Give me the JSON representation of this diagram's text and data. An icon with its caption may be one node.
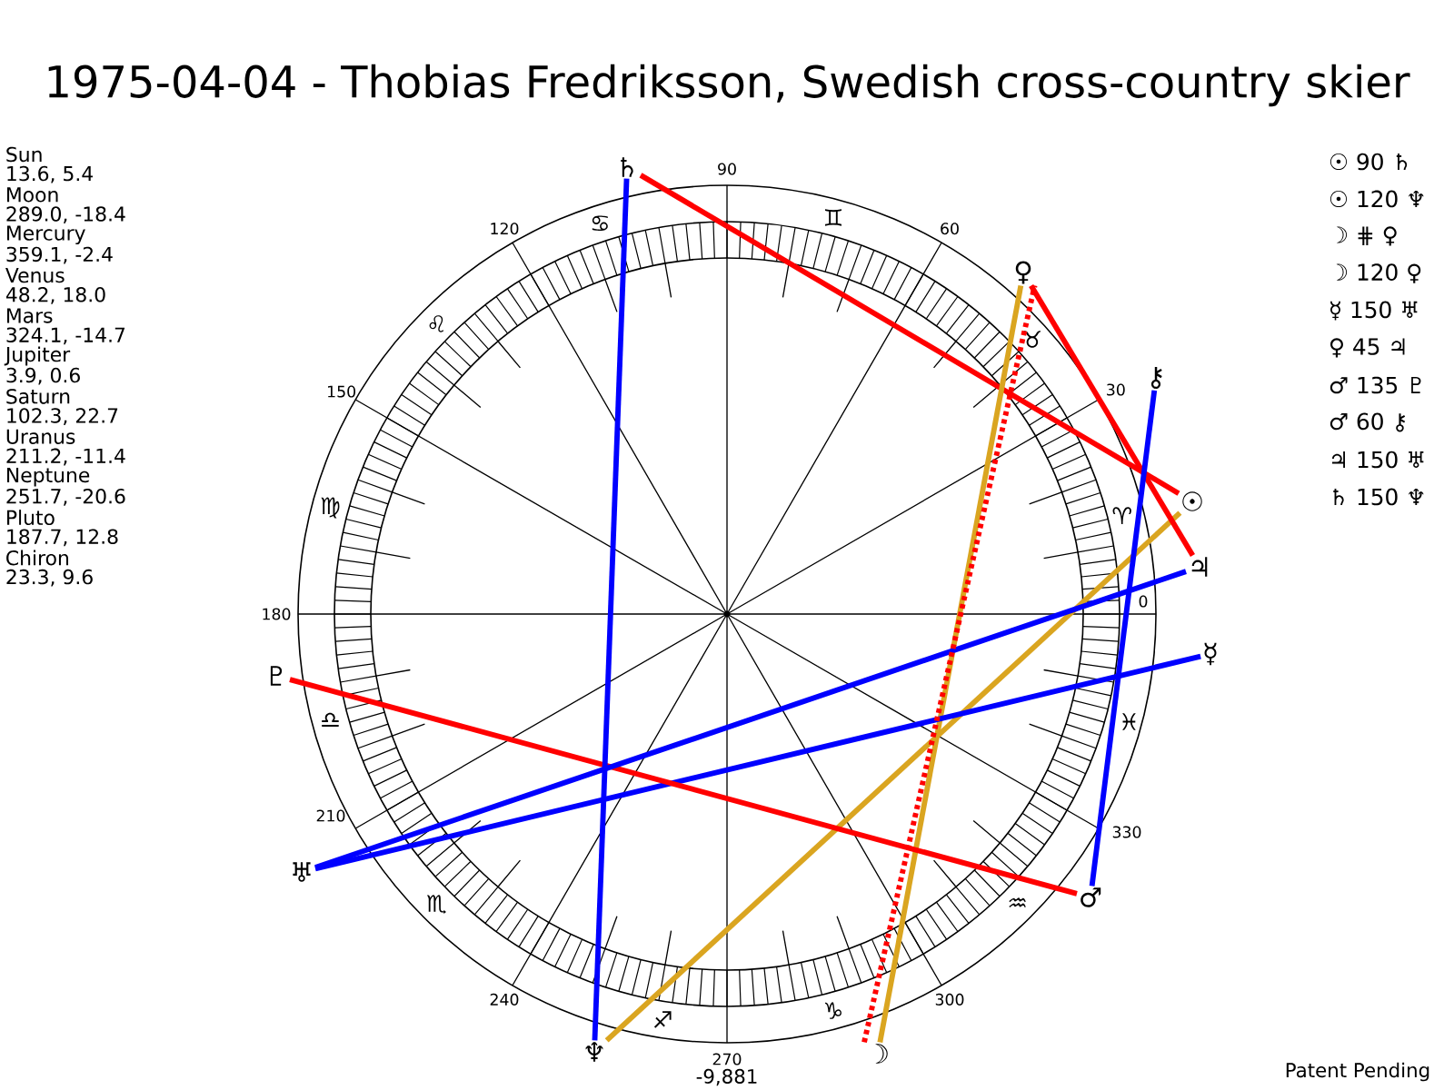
{
  "diagram": {
    "title": "1975-04-04 - Thobias Fredriksson, Swedish cross-country skier",
    "nodes": [
      {
        "text": [
          "♄"
        ]
      },
      {
        "text": [
          "♀"
        ]
      },
      {
        "text": [
          "⚷"
        ]
      },
      {
        "text": [
          "☉"
        ]
      },
      {
        "text": [
          "♃"
        ]
      },
      {
        "text": [
          "☿"
        ]
      },
      {
        "text": [
          "♇"
        ]
      },
      {
        "text": [
          "♅"
        ]
      },
      {
        "text": [
          "♂"
        ]
      },
      {
        "text": [
          "♆"
        ]
      },
      {
        "text": [
          "☽"
        ]
      }
    ],
    "edges": [
      {
        "from": 3,
        "to": 0,
        "arrow": "none",
        "color": "#ff0000"
      },
      {
        "from": 3,
        "to": 9,
        "arrow": "none",
        "color": "#daa520"
      },
      {
        "from": 10,
        "to": 1,
        "arrow": "none",
        "style": "dashed",
        "color": "#ff0000"
      },
      {
        "from": 10,
        "to": 1,
        "arrow": "none",
        "color": "#daa520"
      },
      {
        "from": 5,
        "to": 7,
        "arrow": "none",
        "color": "#0000ff"
      },
      {
        "from": 1,
        "to": 4,
        "arrow": "none",
        "color": "#ff0000"
      },
      {
        "from": 8,
        "to": 6,
        "arrow": "none",
        "color": "#ff0000"
      },
      {
        "from": 8,
        "to": 2,
        "arrow": "none",
        "color": "#0000ff"
      },
      {
        "from": 4,
        "to": 7,
        "arrow": "none",
        "color": "#0000ff"
      },
      {
        "from": 0,
        "to": 9,
        "arrow": "none",
        "color": "#0000ff"
      }
    ],
    "labels": [
      "Sun",
      "13.6, 5.4",
      "Moon",
      "289.0, -18.4",
      "Mercury",
      "359.1, -2.4",
      "Venus",
      "48.2, 18.0",
      "Mars",
      "324.1, -14.7",
      "Jupiter",
      "3.9, 0.6",
      "Saturn",
      "102.3, 22.7",
      "Uranus",
      "211.2, -11.4",
      "Neptune",
      "251.7, -20.6",
      "Pluto",
      "187.7, 12.8",
      "Chiron",
      "23.3, 9.6",
      "☉ 90 ♄",
      "☉ 120 ♆",
      "☽ ⋕ ♀",
      "☽ 120 ♀",
      "☿ 150 ♅",
      "♀ 45 ♃",
      "♂ 135 ♇",
      "♂ 60 ⚷",
      "♃ 150 ♅",
      "♄ 150 ♆",
      "90",
      "120",
      "60",
      "150",
      "30",
      "180",
      "0",
      "210",
      "330",
      "240",
      "300",
      "270",
      "♋",
      "♊",
      "♌",
      "♉",
      "♍",
      "♈",
      "♎",
      "♓",
      "♏",
      "♒",
      "♐",
      "♑",
      "-9,881",
      "Patent Pending"
    ]
  }
}
